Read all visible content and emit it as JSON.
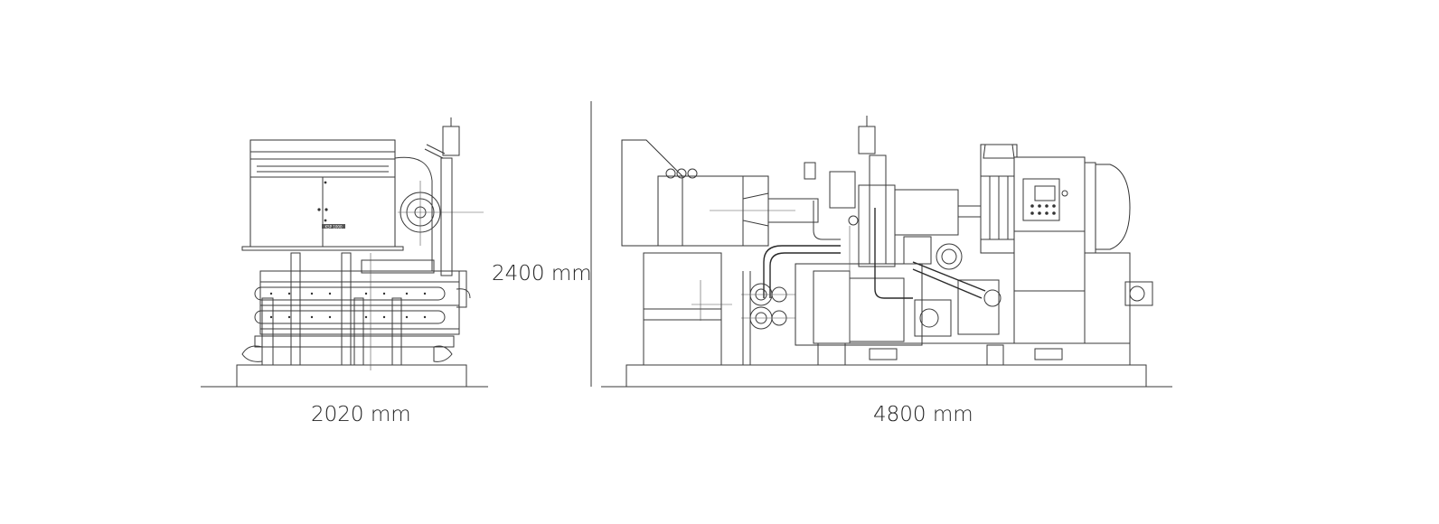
{
  "dimensions": {
    "width_label": "2020 mm",
    "height_label": "2400 mm",
    "length_label": "4800 mm"
  },
  "drawing": {
    "nameplate_text": "KSP 1000"
  }
}
